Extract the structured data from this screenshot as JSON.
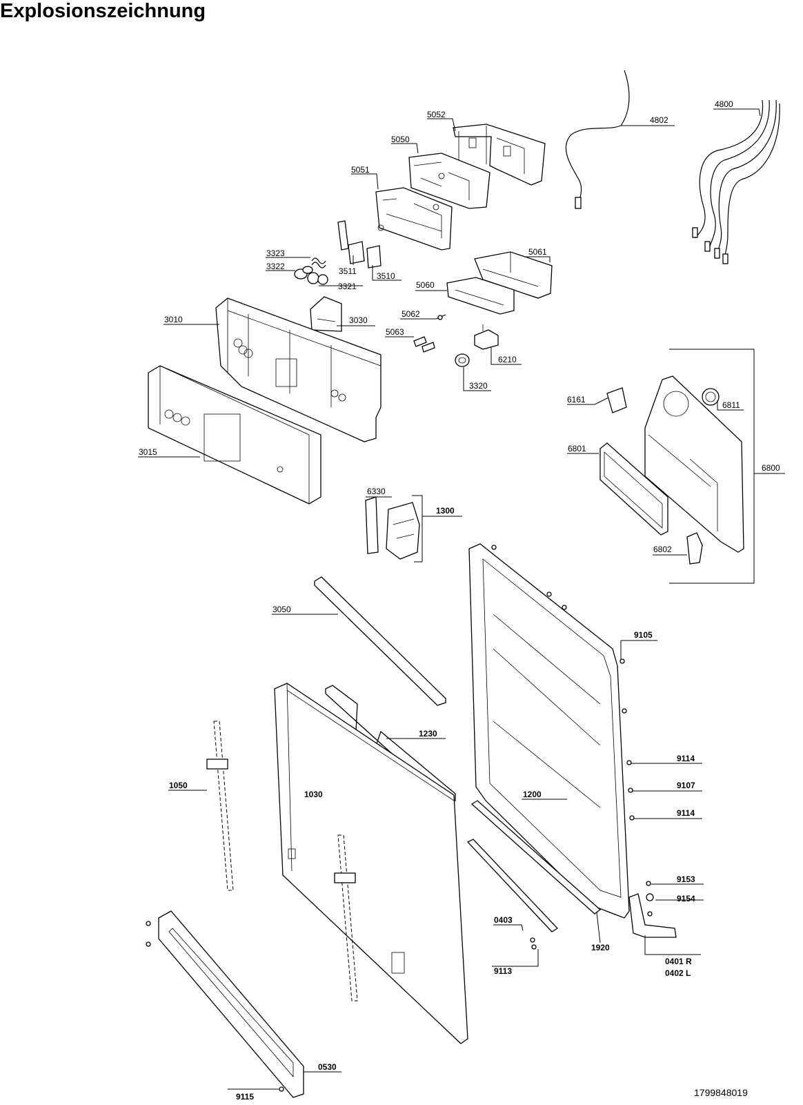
{
  "title": "Explosionszeichnung",
  "document_number": "1799848019",
  "callouts": {
    "c5052": "5052",
    "c5050": "5050",
    "c5051": "5051",
    "c4802": "4802",
    "c4800": "4800",
    "c3323": "3323",
    "c3322": "3322",
    "c3321": "3321",
    "c3511": "3511",
    "c3510": "3510",
    "c5061": "5061",
    "c5060": "5060",
    "c5062": "5062",
    "c5063": "5063",
    "c6210": "6210",
    "c3320": "3320",
    "c3010": "3010",
    "c3030": "3030",
    "c3015": "3015",
    "c6161": "6161",
    "c6811": "6811",
    "c6801": "6801",
    "c6800": "6800",
    "c6802": "6802",
    "c6330": "6330",
    "c1300": "1300",
    "c3050": "3050",
    "c9105": "9105",
    "c1230": "1230",
    "c1050": "1050",
    "c1030": "1030",
    "c1200": "1200",
    "c9114a": "9114",
    "c9107": "9107",
    "c9114b": "9114",
    "c9153": "9153",
    "c9154": "9154",
    "c0403": "0403",
    "c1920": "1920",
    "c0401": "0401 R",
    "c0402": "0402 L",
    "c9113": "9113",
    "c0530": "0530",
    "c9115": "9115"
  }
}
